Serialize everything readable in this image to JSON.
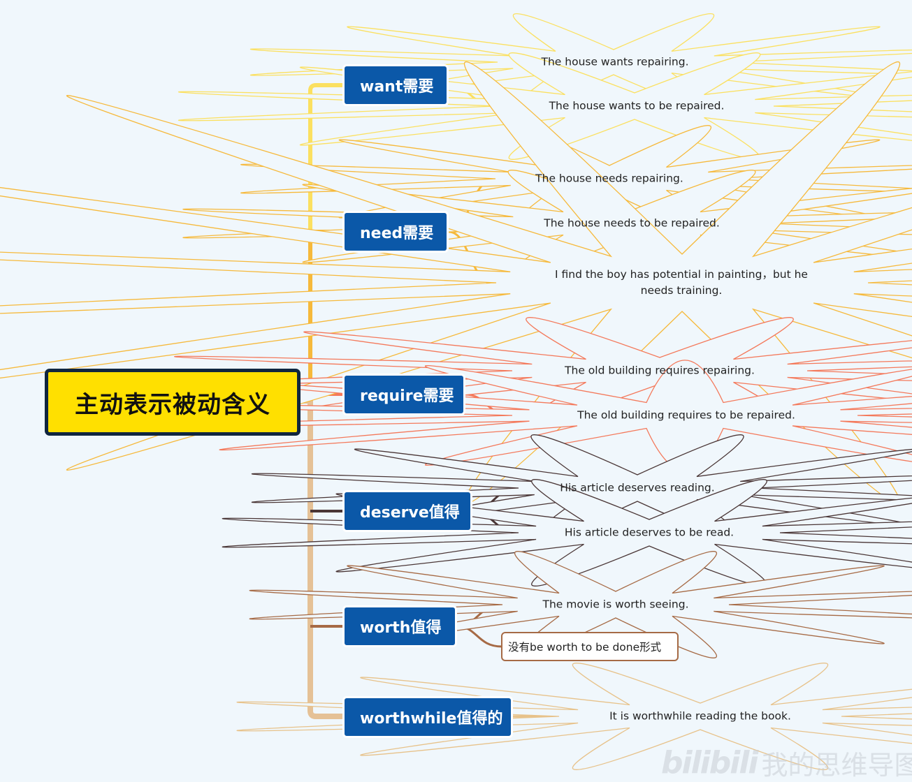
{
  "root": {
    "label": "主动表示被动含义"
  },
  "branches": [
    {
      "label": "want需要",
      "color": "#fbe060",
      "children": [
        {
          "type": "cloud",
          "text": "The house wants repairing."
        },
        {
          "type": "cloud",
          "text": "The house wants to be repaired."
        }
      ]
    },
    {
      "label": "need需要",
      "color": "#f6b93b",
      "children": [
        {
          "type": "cloud",
          "text": "The house needs repairing."
        },
        {
          "type": "cloud",
          "text": "The house needs to be repaired."
        },
        {
          "type": "cloud",
          "text": "I find the boy has potential in painting，but he needs training."
        }
      ]
    },
    {
      "label": "require需要",
      "color": "#f4795b",
      "children": [
        {
          "type": "cloud",
          "text": "The old building requires repairing."
        },
        {
          "type": "cloud",
          "text": "The old building requires to be repaired."
        }
      ]
    },
    {
      "label": "deserve值得",
      "color": "#4a3636",
      "children": [
        {
          "type": "cloud",
          "text": "His article deserves reading."
        },
        {
          "type": "cloud",
          "text": "His article deserves to be read."
        }
      ]
    },
    {
      "label": "worth值得",
      "color": "#a66a45",
      "children": [
        {
          "type": "cloud",
          "text": "The movie is worth seeing."
        },
        {
          "type": "box",
          "text": "没有be worth to be done形式"
        }
      ]
    },
    {
      "label": "worthwhile值得的",
      "color": "#e7c28a",
      "children": [
        {
          "type": "cloud",
          "text": "It is worthwhile reading the book."
        }
      ]
    }
  ],
  "trunk_color": "#e5c196",
  "watermark": {
    "logo": "bilibili",
    "text": "我的思维导图"
  }
}
